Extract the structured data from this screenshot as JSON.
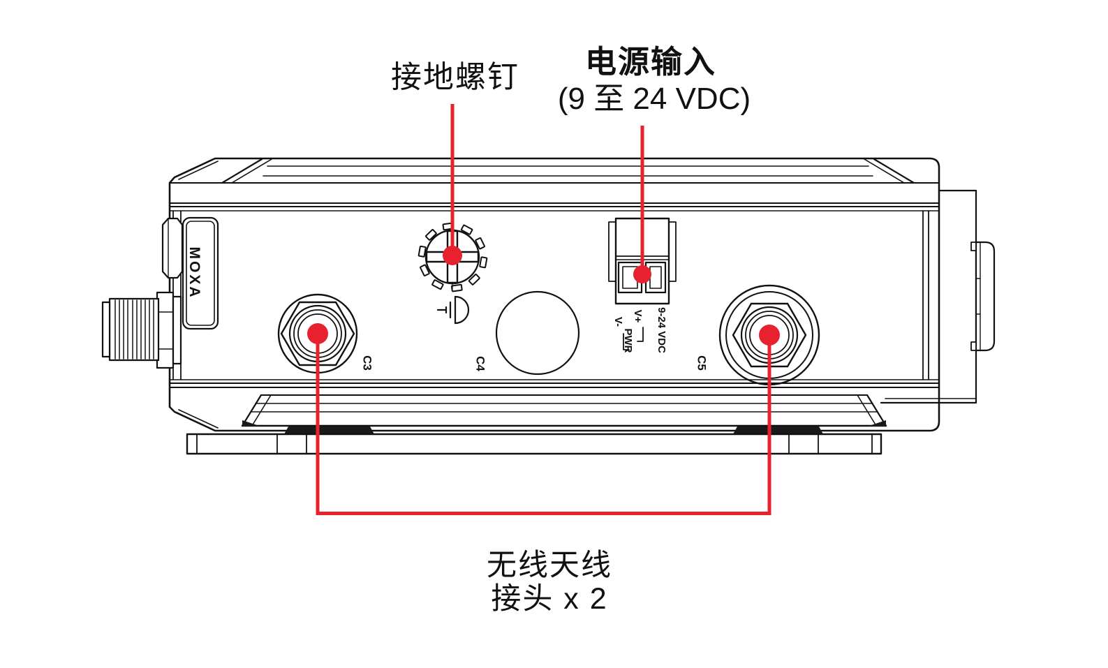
{
  "diagram": {
    "brand_label": "MOXA",
    "callouts": {
      "grounding_screw": "接地螺钉",
      "power_input_line1": "电源输入",
      "power_input_line2": "(9 至 24 VDC)",
      "antenna_line1": "无线天线",
      "antenna_line2": "接头 x 2"
    },
    "connector_labels": {
      "c3": "C3",
      "c4": "C4",
      "c5": "C5"
    },
    "power_markings": {
      "rating": "9-24 VDC",
      "v_plus": "V+",
      "v_minus": "V-",
      "pwr": "PWR"
    },
    "colors": {
      "annotation_red": "#e8212e",
      "line": "#111111",
      "background": "#ffffff"
    }
  }
}
